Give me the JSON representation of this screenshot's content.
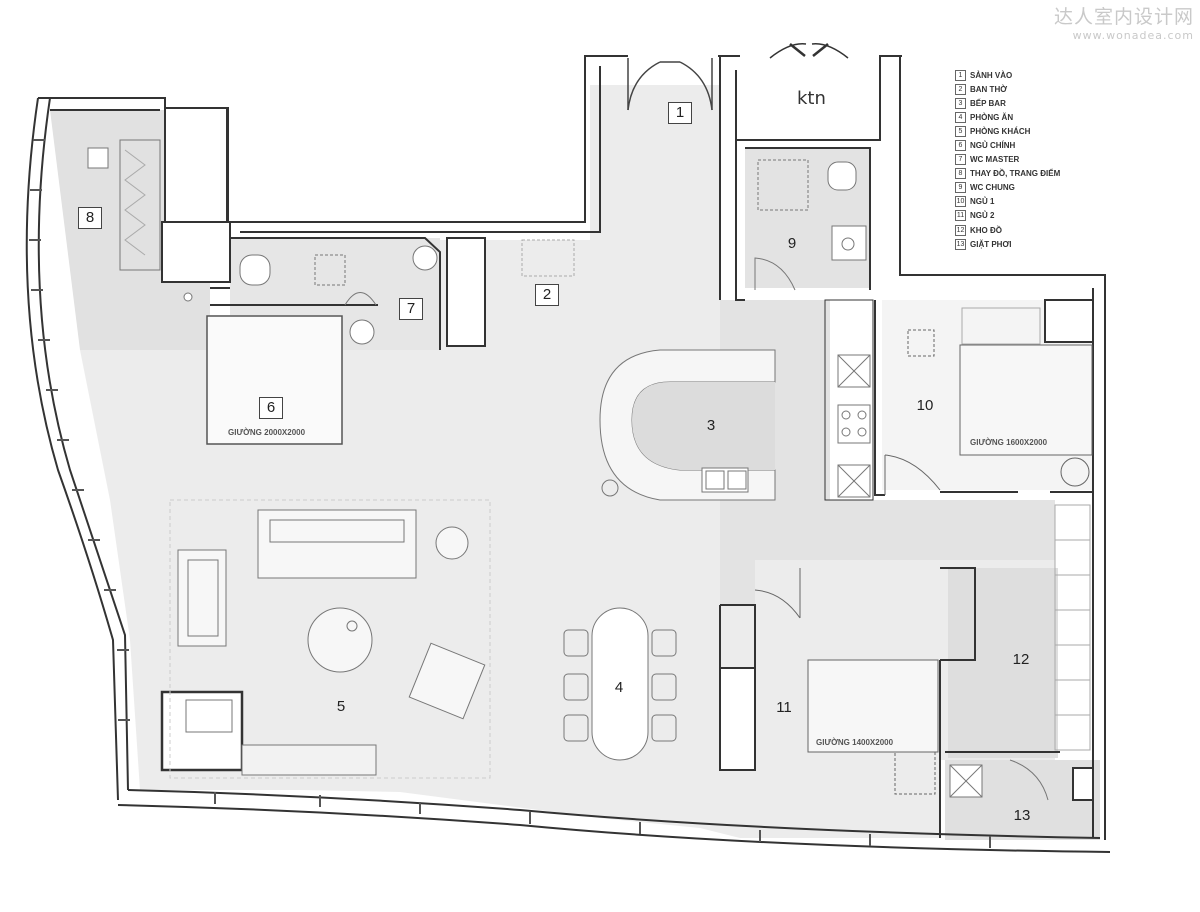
{
  "watermark": {
    "text": "达人室内设计网",
    "url": "www.wonadea.com"
  },
  "rooms": {
    "r1": "1",
    "r2": "2",
    "r3": "3",
    "r4": "4",
    "r5": "5",
    "r6": "6",
    "r7": "7",
    "r8": "8",
    "r9": "9",
    "r10": "10",
    "r11": "11",
    "r12": "12",
    "r13": "13"
  },
  "ktn_label": "ktn",
  "beds": {
    "master": "GIƯỜNG 2000X2000",
    "bed1": "GIƯỜNG 1600X2000",
    "bed2": "GIƯỜNG 1400X2000"
  },
  "legend": [
    {
      "num": "1",
      "label": "SẢNH VÀO"
    },
    {
      "num": "2",
      "label": "BAN THỜ"
    },
    {
      "num": "3",
      "label": "BẾP BAR"
    },
    {
      "num": "4",
      "label": "PHÒNG ĂN"
    },
    {
      "num": "5",
      "label": "PHÒNG KHÁCH"
    },
    {
      "num": "6",
      "label": "NGỦ CHÍNH"
    },
    {
      "num": "7",
      "label": "WC MASTER"
    },
    {
      "num": "8",
      "label": "THAY ĐỒ, TRANG ĐIỂM"
    },
    {
      "num": "9",
      "label": "WC CHUNG"
    },
    {
      "num": "10",
      "label": "NGỦ 1"
    },
    {
      "num": "11",
      "label": "NGỦ 2"
    },
    {
      "num": "12",
      "label": "KHO ĐỒ"
    },
    {
      "num": "13",
      "label": "GIẶT PHƠI"
    }
  ]
}
